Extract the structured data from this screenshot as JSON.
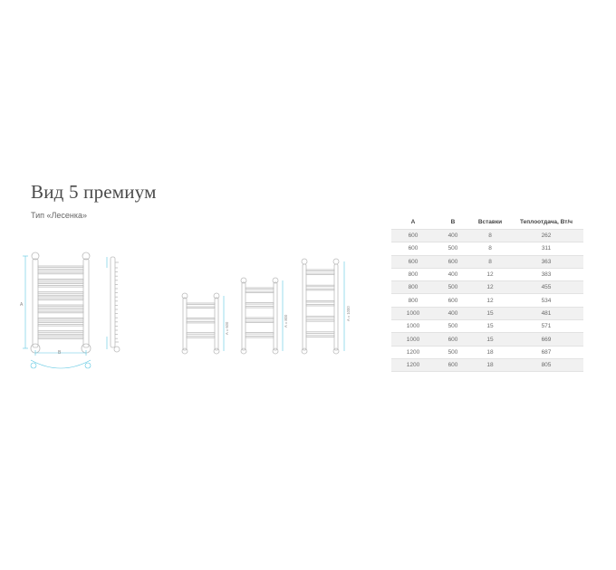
{
  "product": {
    "title": "Вид 5 премиум",
    "subtitle": "Тип «Лесенка»"
  },
  "drawing_labels": {
    "dim_a": "A",
    "dim_b": "B",
    "dim_a_600": "A = 600",
    "dim_a_800": "A = 800",
    "dim_a_1000": "A = 1000"
  },
  "colors": {
    "line": "#bcbcbc",
    "dimension": "#5bc6e2",
    "table_stripe": "#f1f1f1"
  },
  "spec_table": {
    "headers": [
      "A",
      "B",
      "Вставки",
      "Теплоотдача, Вт/ч"
    ],
    "rows": [
      [
        "600",
        "400",
        "8",
        "262"
      ],
      [
        "600",
        "500",
        "8",
        "311"
      ],
      [
        "600",
        "600",
        "8",
        "363"
      ],
      [
        "800",
        "400",
        "12",
        "383"
      ],
      [
        "800",
        "500",
        "12",
        "455"
      ],
      [
        "800",
        "600",
        "12",
        "534"
      ],
      [
        "1000",
        "400",
        "15",
        "481"
      ],
      [
        "1000",
        "500",
        "15",
        "571"
      ],
      [
        "1000",
        "600",
        "15",
        "669"
      ],
      [
        "1200",
        "500",
        "18",
        "687"
      ],
      [
        "1200",
        "600",
        "18",
        "805"
      ]
    ]
  }
}
